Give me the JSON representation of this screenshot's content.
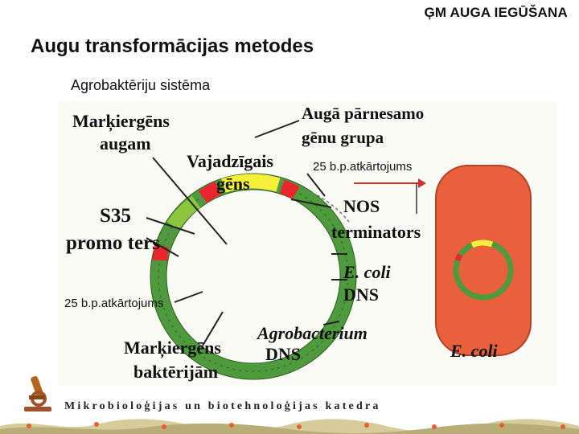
{
  "header": {
    "text": "ĢM AUGA IEGŪŠANA"
  },
  "title": "Augu transformācijas metodes",
  "subtitle": "Agrobaktēriju sistēma",
  "diagram": {
    "labels": {
      "marker_plant_1": "Marķiergēns",
      "marker_plant_2": "augam",
      "needed_gene_1": "Vajadzīgais",
      "needed_gene_2": "gēns",
      "transfer_group_1": "Augā pārnesamo",
      "transfer_group_2": "gēnu grupa",
      "repeat_top": "25 b.p.atkārtojums",
      "s35_1": "S35",
      "s35_2": "promo ters",
      "nos_1": "NOS",
      "nos_2": "terminators",
      "ecoli_dna_1": "E. coli",
      "ecoli_dna_2": "DNS",
      "repeat_bottom": "25 b.p.atkārtojums",
      "agro_dna_1": "Agrobacterium",
      "agro_dna_2": "DNS",
      "marker_bact_1": "Marķiergēns",
      "marker_bact_2": "baktērijām",
      "ecoli_cell": "E. coli"
    },
    "colors": {
      "ring_green": "#4e9a3c",
      "gene_yellow": "#f5ef3a",
      "repeat_red": "#e8262b",
      "cell_fill": "#e8613c",
      "panel_bg": "#fbfbf6"
    }
  },
  "footer": {
    "department": "Mikrobioloģijas un biotehnoloģijas katedra",
    "icon": "microscope-icon"
  }
}
